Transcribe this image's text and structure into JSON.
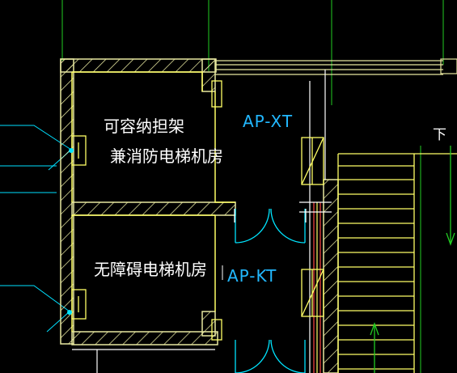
{
  "labels": {
    "room_upper_line1": "可容纳担架",
    "room_upper_line2": "兼消防电梯机房",
    "room_lower": "无障碍电梯机房",
    "tag_upper": "AP-XT",
    "tag_lower": "AP-KT",
    "stair_direction": "下"
  },
  "colors": {
    "background": "#000000",
    "wall": "#e8e8a0",
    "hatch": "#e8e8a0",
    "inner_line": "#ffff66",
    "door": "#00e5ff",
    "leader": "#00e0ff",
    "axis": "#22cc22",
    "stair": "#ffff66",
    "text": "#ffffff",
    "tag": "#22b8ff"
  },
  "icons": {
    "upper_panel": "electrical-panel-icon",
    "lower_panel": "electrical-panel-icon",
    "stair_arrow_down": "arrow-down-icon",
    "stair_arrow_up": "arrow-up-icon"
  }
}
